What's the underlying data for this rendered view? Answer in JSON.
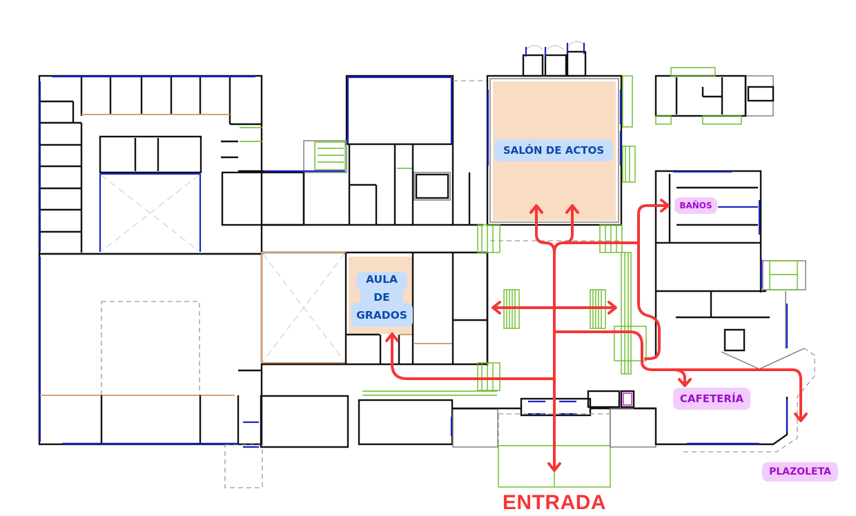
{
  "map": {
    "type": "floor-plan",
    "rooms": [
      {
        "id": "salon",
        "label": "SALÓN DE ACTOS",
        "highlight_color": "#f8dcc4"
      },
      {
        "id": "aula",
        "label_lines": [
          "AULA",
          "DE",
          "GRADOS"
        ],
        "highlight_color": "#f8dcc4"
      }
    ],
    "labels": {
      "salon": "SALÓN DE ACTOS",
      "aula": [
        "AULA",
        "DE",
        "GRADOS"
      ],
      "banos": "BAÑOS",
      "cafeteria": "CAFETERÍA",
      "plazoleta": "PLAZOLETA",
      "entrada": "ENTRADA"
    },
    "colors": {
      "route": "#f53636",
      "label_blue_bg": "#c7defa",
      "label_blue_text": "#0b4aa8",
      "label_purple_bg": "#f2cdfb",
      "label_purple_text": "#a30ad0",
      "room_highlight": "#f8dcc4",
      "walls": "#111111",
      "windows": "#1a22c8",
      "partitions": "#d9a06e",
      "stairs": "#66bb22"
    },
    "routes": [
      {
        "from": "ENTRADA",
        "to": "SALÓN DE ACTOS"
      },
      {
        "from": "ENTRADA",
        "to": "AULA DE GRADOS"
      },
      {
        "from": "ENTRADA",
        "to": "BAÑOS"
      },
      {
        "from": "ENTRADA",
        "to": "CAFETERÍA"
      },
      {
        "from": "ENTRADA",
        "to": "PLAZOLETA"
      },
      {
        "from": "hall",
        "to": "hall-east-west",
        "bidirectional": true
      }
    ]
  }
}
